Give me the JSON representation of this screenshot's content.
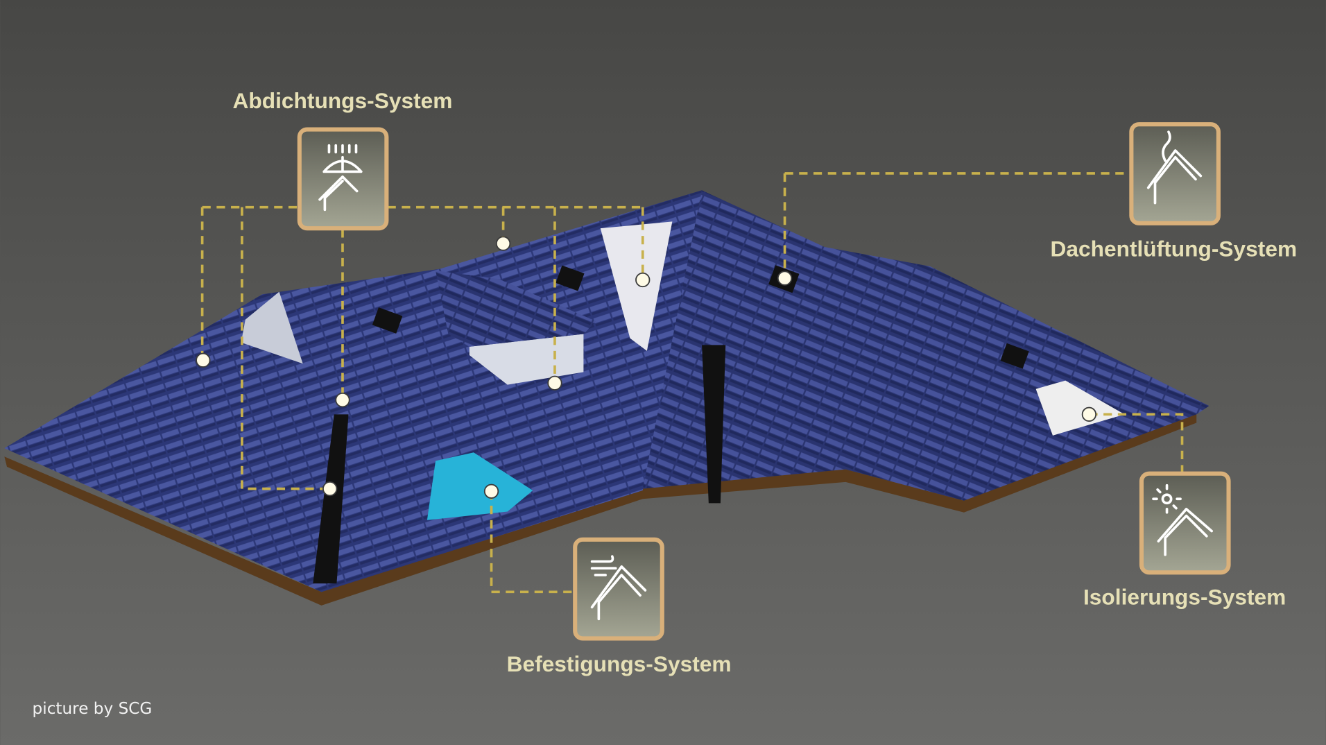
{
  "labels": {
    "sealing": "Abdichtungs-System",
    "ventilation": "Dachentlüftung-System",
    "insulation": "Isolierungs-System",
    "fastening": "Befestigungs-System"
  },
  "credit": "picture by SCG",
  "colors": {
    "label": "#e6e0b6",
    "dashed_line": "#c8b14c",
    "box_border": "#d9b07a",
    "roof_tile": "#2f3a7a",
    "insulation_blue": "#27b3d8"
  },
  "icons": [
    "umbrella-rain-house-icon",
    "vent-house-icon",
    "sun-house-icon",
    "wind-house-icon"
  ]
}
